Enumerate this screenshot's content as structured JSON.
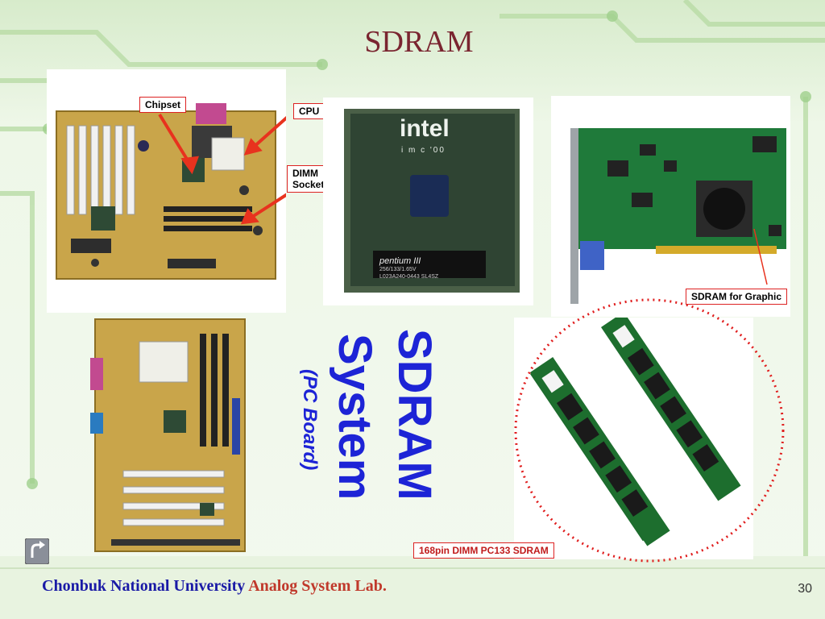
{
  "slide": {
    "title": "SDRAM",
    "page_number": "30"
  },
  "labels": {
    "chipset": "Chipset",
    "cpu": "CPU",
    "dimm_socket_line1": "DIMM",
    "dimm_socket_line2": "Socket",
    "sdram_graphic": "SDRAM for Graphic",
    "dimm_module": "168pin DIMM PC133 SDRAM"
  },
  "processor": {
    "brand": "intel",
    "mark": "i m c '00",
    "name": "pentium III",
    "code1": "256/133/1.65V",
    "code2": "L023A240-0443 SL4SZ"
  },
  "vertical_text": {
    "line1": "SDRAM",
    "line2": "System",
    "line3": "(PC Board)"
  },
  "footer": {
    "university": "Chonbuk National University",
    "lab": "Analog System Lab."
  },
  "icons": {
    "back": "return-arrow-icon"
  },
  "colors": {
    "title": "#7a2530",
    "vertical_text": "#1d24d6",
    "footer_university": "#1a1aa6",
    "footer_lab": "#c0392b",
    "label_border": "#dd2222"
  }
}
